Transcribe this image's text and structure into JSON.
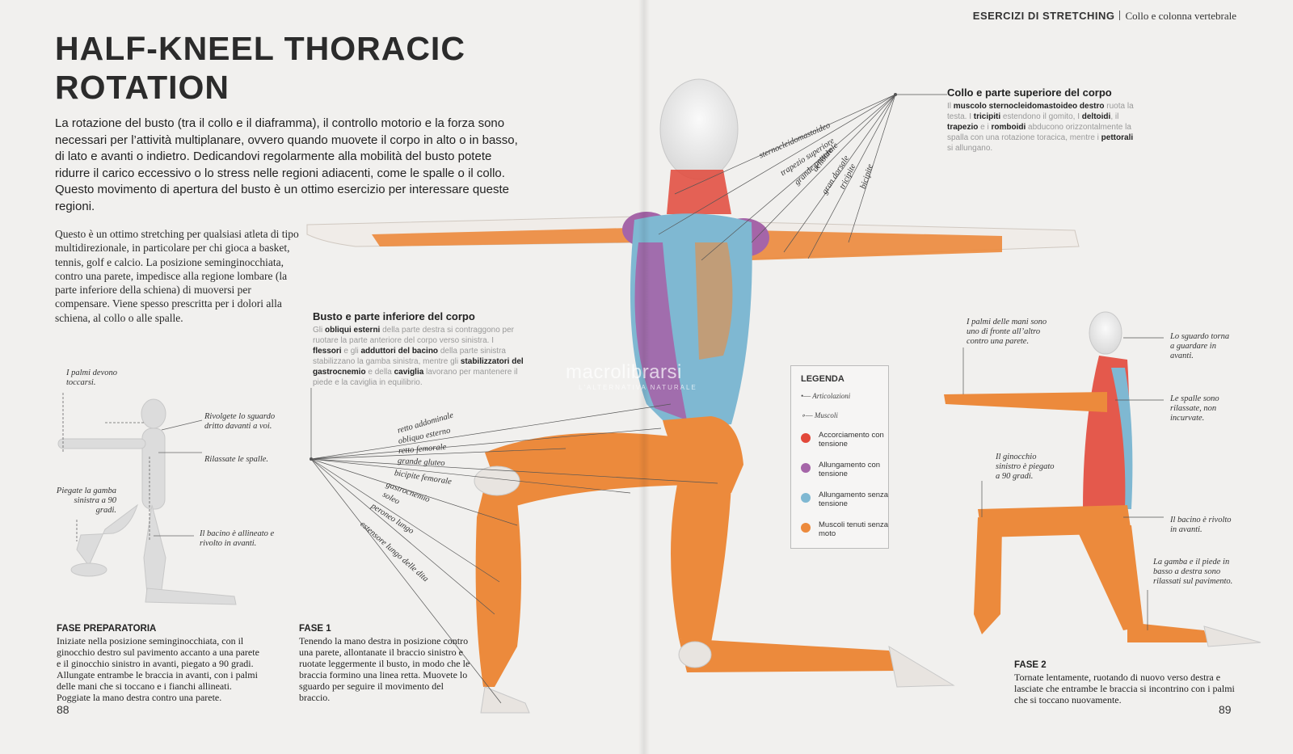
{
  "header": {
    "section": "ESERCIZI DI STRETCHING",
    "subsection": "Collo e colonna vertebrale"
  },
  "title": "HALF-KNEEL THORACIC ROTATION",
  "lead": "La rotazione del busto (tra il collo e il diaframma), il controllo motorio e la forza sono necessari per l’attività multiplanare, ovvero quando muovete il corpo in alto o in basso, di lato e avanti o indietro. Dedicandovi regolarmente alla mobilità del busto potete ridurre il carico eccessivo o lo stress nelle regioni adiacenti, come le spalle o il collo. Questo movimento di apertura del busto è un ottimo esercizio per interessare queste regioni.",
  "body_text": "Questo è un ottimo stretching per qualsiasi atleta di tipo multidirezionale, in particolare per chi gioca a basket, tennis, golf e calcio. La posizione seminginocchiata, contro una parete, impedisce alla regione lombare (la parte inferiore della schiena) di muoversi per compensare. Viene spesso prescritta per i dolori alla schiena, al collo o alle spalle.",
  "prep_figure": {
    "notes": [
      "I palmi devono toccarsi.",
      "Rivolgete lo sguardo dritto davanti a voi.",
      "Rilassate le spalle.",
      "Piegate la gamba sinistra a 90 gradi.",
      "Il bacino è allineato e rivolto in avanti."
    ]
  },
  "captions": {
    "prep": {
      "phase": "FASE PREPARATORIA",
      "text": "Iniziate nella posizione seminginocchiata, con il ginocchio destro sul pavimento accanto a una parete e il ginocchio sinistro in avanti, piegato a 90 gradi. Allungate entrambe le braccia in avanti, con i palmi delle mani che si toccano e i fianchi allineati. Poggiate la mano destra contro una parete."
    },
    "fase1": {
      "phase": "FASE 1",
      "text": "Tenendo la mano destra in posizione contro una parete, allontanate il braccio sinistro e ruotate leggermente il busto, in modo che le braccia formino una linea retta. Muovete lo sguardo per seguire il movimento del braccio."
    },
    "fase2": {
      "phase": "FASE 2",
      "text": "Tornate lentamente, ruotando di nuovo verso destra e lasciate che entrambe le braccia si incontrino con i palmi che si toccano nuovamente."
    }
  },
  "upper_block": {
    "heading": "Collo e parte superiore del corpo",
    "parts": [
      "Il ",
      "muscolo sternocleidomastoideo destro",
      " ruota la testa. I ",
      "tricipiti",
      " estendono il gomito, I ",
      "deltoidi",
      ", il ",
      "trapezio",
      " e i ",
      "romboidi",
      " abducono orizzontalmente la spalla con una rotazione toracica, mentre i ",
      "pettorali",
      " si allungano."
    ]
  },
  "lower_block": {
    "heading": "Busto e parte inferiore del corpo",
    "parts": [
      "Gli ",
      "obliqui esterni",
      " della parte destra si contraggono per ruotare la parte anteriore del corpo verso sinistra. I ",
      "flessori",
      " e gli ",
      "adduttori del bacino",
      " della parte sinistra stabilizzano la gamba sinistra, mentre gli ",
      "stabilizzatori del gastrocnemio",
      " e della ",
      "caviglia",
      " lavorano per mantenere il piede e la caviglia in equilibrio."
    ]
  },
  "upper_muscles": [
    "sternocleidomastoideo",
    "trapezio superiore",
    "grande pettorale",
    "deltoide",
    "gran dorsale",
    "tricipite",
    "bicipite"
  ],
  "lower_muscles": [
    "retto addominale",
    "obliquo esterno",
    "retto femorale",
    "grande gluteo",
    "bicipite femorale",
    "gastrocnemio",
    "soleo",
    "peroneo lungo",
    "estensore lungo delle dita"
  ],
  "legend": {
    "title": "LEGENDA",
    "key_joints": "Articolazioni",
    "key_muscles": "Muscoli",
    "items": [
      {
        "label": "Accorciamento con tensione",
        "color": "#e2483a"
      },
      {
        "label": "Allungamento con tensione",
        "color": "#a565a8"
      },
      {
        "label": "Allungamento senza tensione",
        "color": "#7fb8d2"
      },
      {
        "label": "Muscoli tenuti senza moto",
        "color": "#ec8a3c"
      }
    ]
  },
  "fase2_figure": {
    "notes": [
      "I palmi delle mani sono uno di fronte all’altro contro una parete.",
      "Lo sguardo torna a guardare in avanti.",
      "Le spalle sono rilassate, non incurvate.",
      "Il ginocchio sinistro è piegato a 90 gradi.",
      "Il bacino è rivolto in avanti.",
      "La gamba e il piede in basso a destra sono rilassati sul pavimento."
    ]
  },
  "watermark": {
    "brand": "macrolibrarsi",
    "tagline": "L'ALTERNATIVA NATURALE"
  },
  "page_numbers": {
    "left": "88",
    "right": "89"
  },
  "colors": {
    "muscle_orange": "#ec8a3c",
    "muscle_purple": "#a565a8",
    "muscle_blue": "#7fb8d2",
    "muscle_red": "#e2483a",
    "paper": "#f1f0ee"
  }
}
